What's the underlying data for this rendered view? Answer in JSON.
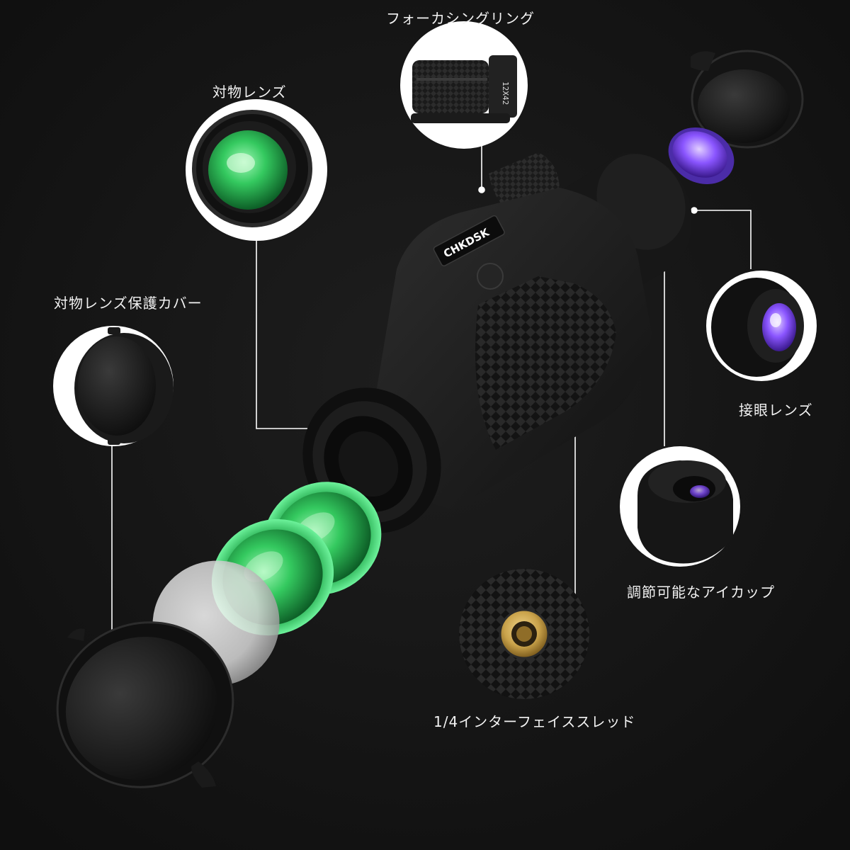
{
  "labels": {
    "focusing_ring": "フォーカシングリング",
    "objective_lens": "対物レンズ",
    "objective_cover": "対物レンズ保護カバー",
    "eyepiece_lens": "接眼レンズ",
    "eyecup": "調節可能なアイカップ",
    "thread": "1/4インターフェイススレッド"
  },
  "product": {
    "brand": "CHKDSK",
    "model": "12X42"
  },
  "colors": {
    "background": "#141414",
    "body": "#1c1c1c",
    "accent_green": "#38d86a",
    "accent_purple": "#7b4cff",
    "brass": "#c9a24a",
    "leader_line": "#ffffff"
  },
  "icons": {
    "objective_cover": "lens-cap-icon",
    "objective_lens": "lens-glass-icon",
    "eyepiece": "eyepiece-icon",
    "eyecup": "eyecup-icon",
    "thread": "tripod-thread-icon",
    "focus_ring": "focus-ring-icon"
  }
}
